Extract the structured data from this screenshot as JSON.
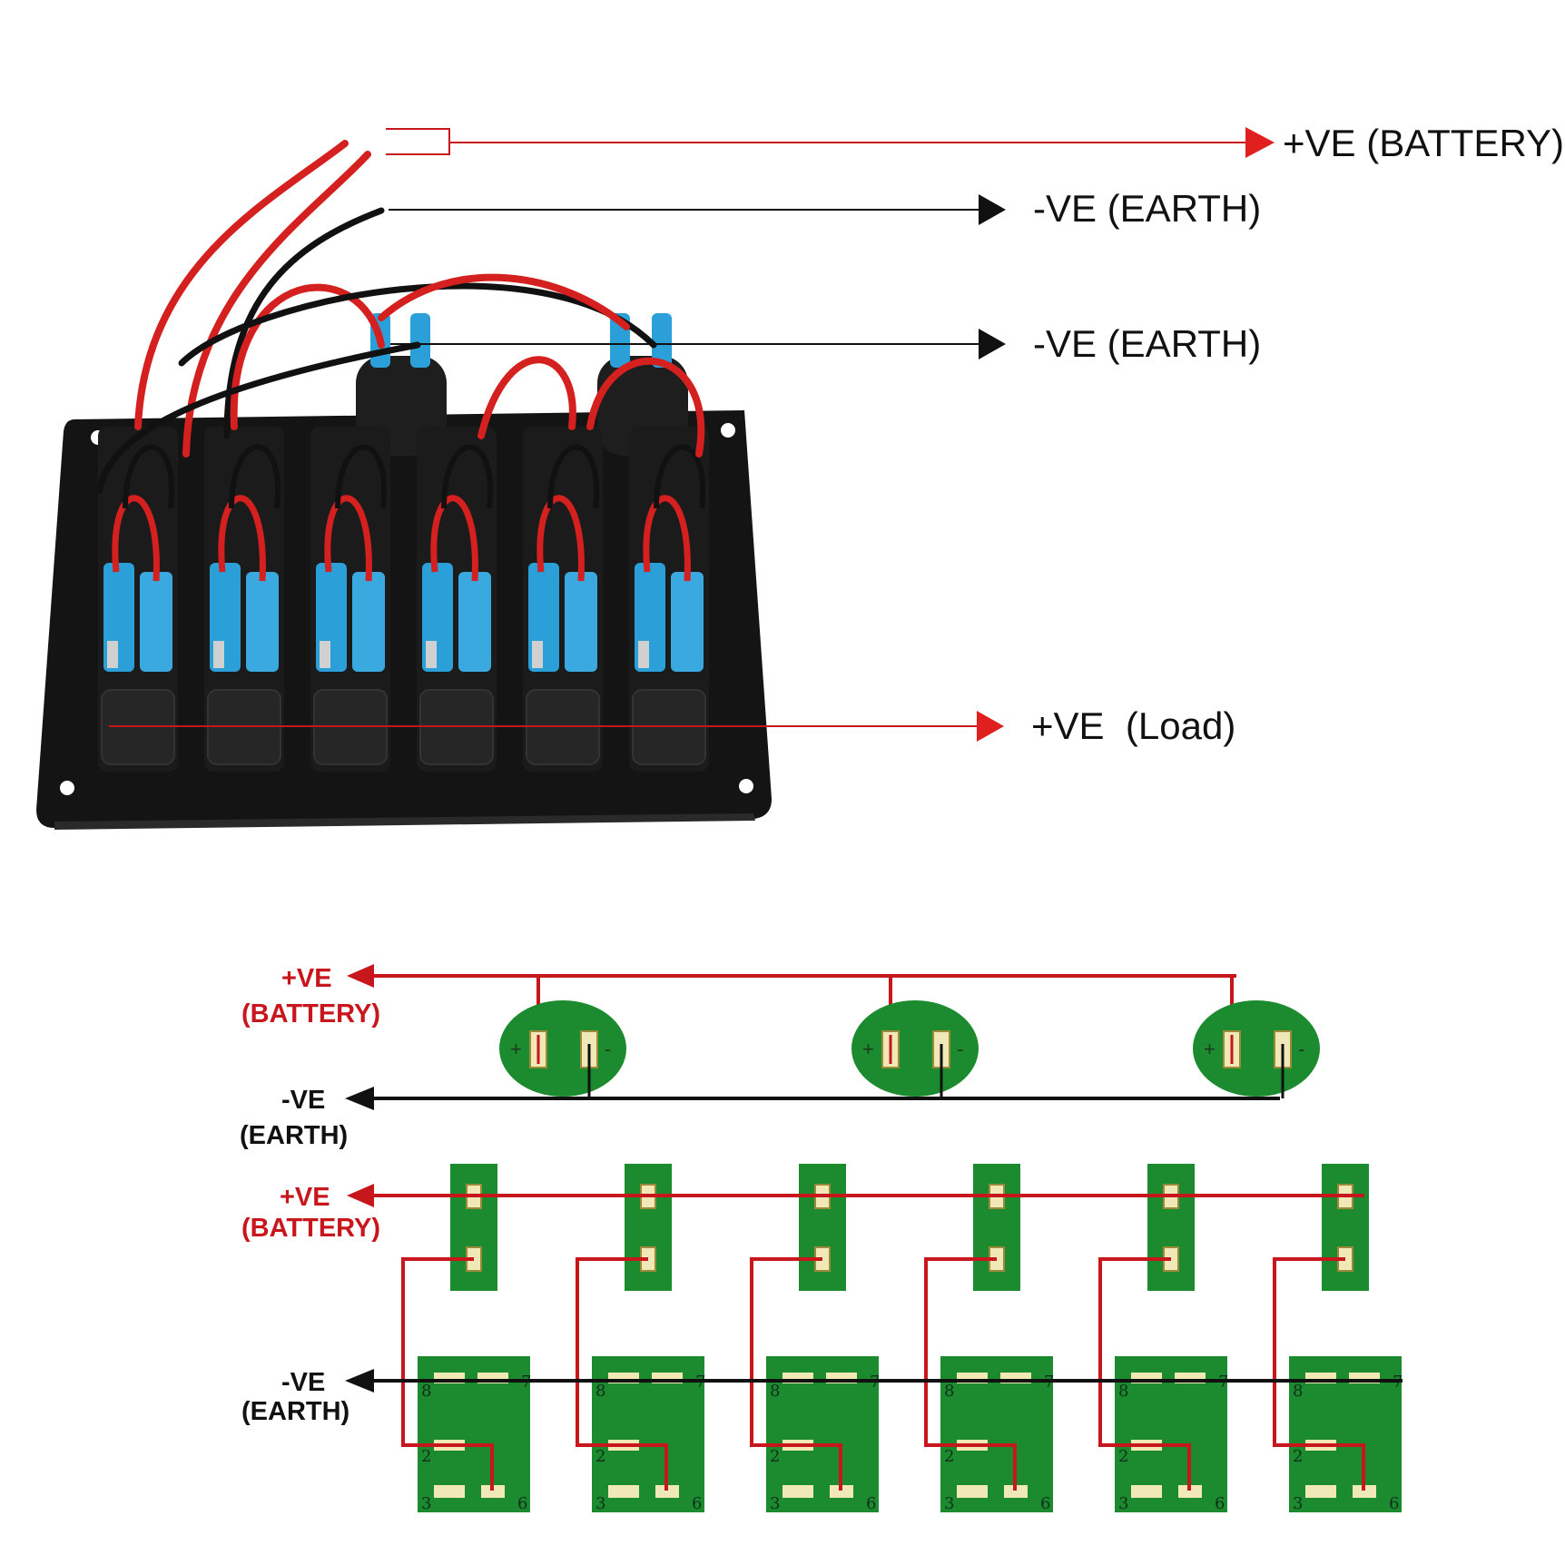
{
  "photo_callouts": {
    "battery_positive": "+VE (BATTERY)",
    "earth_1": "-VE (EARTH)",
    "earth_2": "-VE (EARTH)",
    "load_positive": "+VE  (Load)"
  },
  "schematic": {
    "socket_row": {
      "battery_label_line1": "+VE",
      "battery_label_line2": "(BATTERY)",
      "earth_label_line1": "-VE",
      "earth_label_line2": "(EARTH)",
      "socket_count": 3,
      "plus_sign": "+",
      "minus_sign": "-"
    },
    "switch_row": {
      "battery_label_line1": "+VE",
      "battery_label_line2": "(BATTERY)",
      "earth_label_line1": "-VE",
      "earth_label_line2": "(EARTH)",
      "fuse_count": 6,
      "switch_count": 6,
      "switch_pin_labels": [
        "8",
        "7",
        "2",
        "3",
        "6"
      ]
    }
  },
  "colors": {
    "positive_wire": "#c8161d",
    "earth_wire": "#111111",
    "board_green": "#1c8a2e",
    "pad_cream": "#f1e8b8",
    "panel_black": "#141414",
    "fuse_blue": "#2a9fd8"
  }
}
